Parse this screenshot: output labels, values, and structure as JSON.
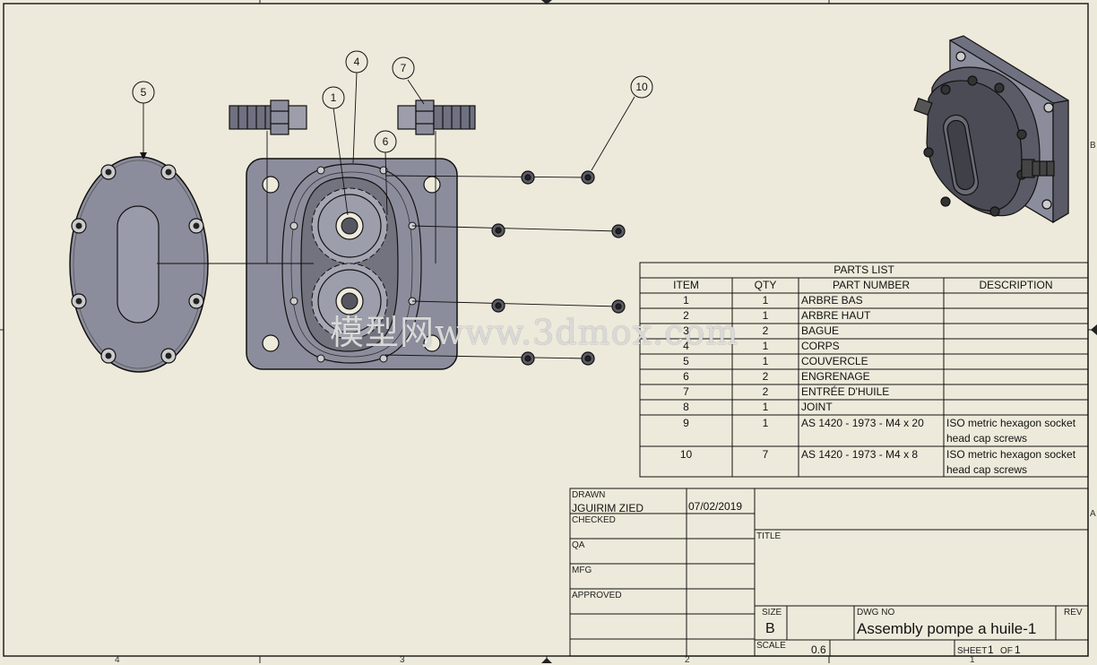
{
  "zones": {
    "top_c": "3",
    "left_edge_b": "B",
    "left_edge_a": "A",
    "bottom_4": "4",
    "bottom_3": "3",
    "bottom_2": "2",
    "bottom_1": "1"
  },
  "balloons": [
    "1",
    "4",
    "5",
    "6",
    "7",
    "10"
  ],
  "parts_list": {
    "title": "PARTS LIST",
    "headers": [
      "ITEM",
      "QTY",
      "PART NUMBER",
      "DESCRIPTION"
    ],
    "rows": [
      {
        "item": "1",
        "qty": "1",
        "part": "ARBRE BAS",
        "desc": ""
      },
      {
        "item": "2",
        "qty": "1",
        "part": "ARBRE HAUT",
        "desc": ""
      },
      {
        "item": "3",
        "qty": "2",
        "part": "BAGUE",
        "desc": ""
      },
      {
        "item": "4",
        "qty": "1",
        "part": "CORPS",
        "desc": ""
      },
      {
        "item": "5",
        "qty": "1",
        "part": "COUVERCLE",
        "desc": ""
      },
      {
        "item": "6",
        "qty": "2",
        "part": "ENGRENAGE",
        "desc": ""
      },
      {
        "item": "7",
        "qty": "2",
        "part": "ENTRÉE D'HUILE",
        "desc": ""
      },
      {
        "item": "8",
        "qty": "1",
        "part": "JOINT",
        "desc": ""
      },
      {
        "item": "9",
        "qty": "1",
        "part": "AS 1420 - 1973 - M4 x 20",
        "desc": "ISO metric hexagon socket head cap screws"
      },
      {
        "item": "10",
        "qty": "7",
        "part": "AS 1420 - 1973 - M4 x 8",
        "desc": "ISO metric hexagon socket head cap screws"
      }
    ]
  },
  "title_block": {
    "drawn_label": "DRAWN",
    "drawn_by": "JGUIRIM ZIED",
    "drawn_date": "07/02/2019",
    "checked_label": "CHECKED",
    "qa_label": "QA",
    "mfg_label": "MFG",
    "approved_label": "APPROVED",
    "title_label": "TITLE",
    "size_label": "SIZE",
    "size_value": "B",
    "dwg_no_label": "DWG NO",
    "dwg_no_value": "Assembly pompe a huile-1",
    "rev_label": "REV",
    "scale_label": "SCALE",
    "scale_value": "0.6",
    "sheet_label": "SHEET",
    "sheet_value": "1",
    "of_label": "OF",
    "of_value": "1"
  },
  "watermark": "模型网www.3dmox.com",
  "colors": {
    "paper": "#eeeadb",
    "part_fill": "#8c8d9c",
    "part_dark": "#5a5b66",
    "line": "#111111"
  }
}
